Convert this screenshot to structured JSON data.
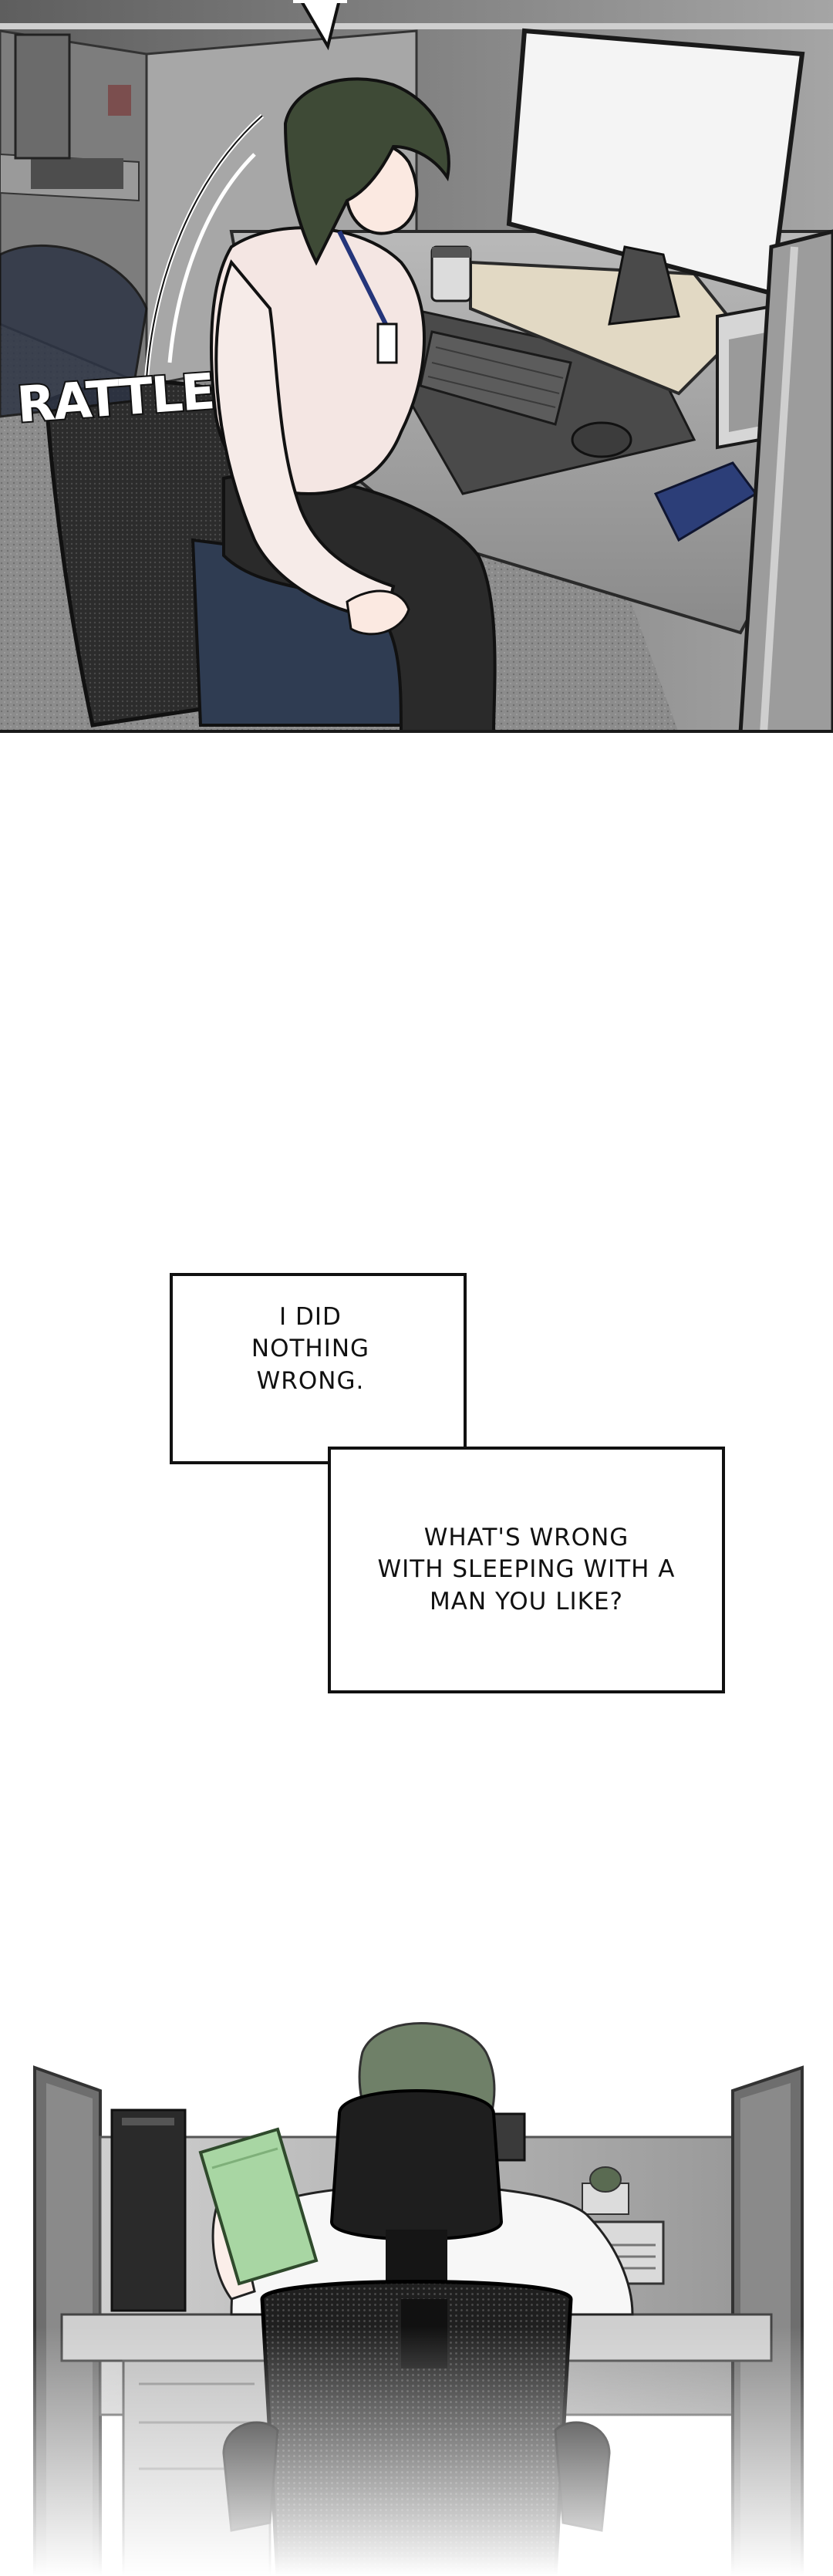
{
  "panel_top": {
    "sound_effect": "RATTLE"
  },
  "captions": [
    {
      "text": "I DID\nNOTHING\nWRONG."
    },
    {
      "text": "WHAT'S WRONG\nWITH SLEEPING WITH A\nMAN YOU LIKE?"
    }
  ],
  "colors": {
    "background": "#ffffff",
    "panel_gray": "#8f8f8f",
    "ink": "#111111",
    "hair_green": "#3e4a36",
    "shirt": "#f4e6e3",
    "folder_green": "#a8d6a3"
  }
}
